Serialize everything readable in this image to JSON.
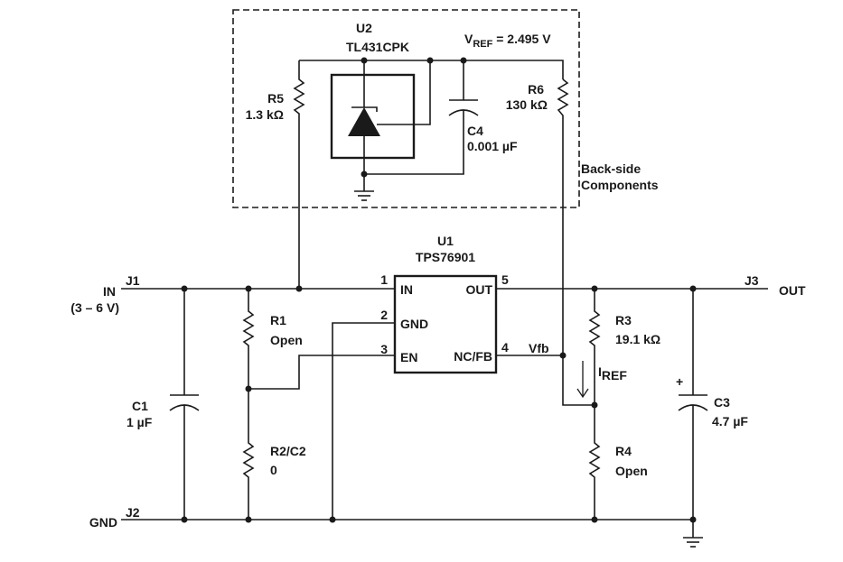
{
  "u2": {
    "ref": "U2",
    "part": "TL431CPK",
    "vref_prefix": "V",
    "vref_sub": "REF",
    "vref_value": " = 2.495 V"
  },
  "backside_note": [
    "Back-side",
    "Components"
  ],
  "r5": {
    "ref": "R5",
    "value": "1.3 kΩ"
  },
  "r6": {
    "ref": "R6",
    "value": "130 kΩ"
  },
  "c4": {
    "ref": "C4",
    "value": "0.001 µF"
  },
  "u1": {
    "ref": "U1",
    "part": "TPS76901",
    "pins": {
      "in": {
        "num": "1",
        "name": "IN"
      },
      "gnd": {
        "num": "2",
        "name": "GND"
      },
      "en": {
        "num": "3",
        "name": "EN"
      },
      "out": {
        "num": "5",
        "name": "OUT"
      },
      "ncfb": {
        "num": "4",
        "name": "NC/FB"
      }
    }
  },
  "vfb_label": "Vfb",
  "iref_prefix": "I",
  "iref_sub": "REF",
  "in": {
    "label": "IN",
    "range": "(3 – 6 V)",
    "connector": "J1"
  },
  "gnd": {
    "label": "GND",
    "connector": "J2"
  },
  "out": {
    "label": "OUT",
    "connector": "J3"
  },
  "r1": {
    "ref": "R1",
    "value": "Open"
  },
  "r2": {
    "ref": "R2/C2",
    "value": "0"
  },
  "r3": {
    "ref": "R3",
    "value": "19.1 kΩ"
  },
  "r4": {
    "ref": "R4",
    "value": "Open"
  },
  "c1": {
    "ref": "C1",
    "value": "1 µF"
  },
  "c3": {
    "ref": "C3",
    "value": "4.7 µF",
    "polarity": "+"
  }
}
